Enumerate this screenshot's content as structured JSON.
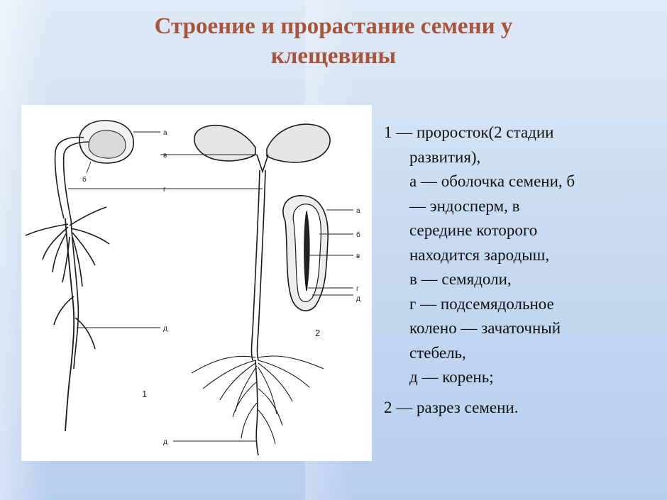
{
  "slide": {
    "title_line1": "Строение и прорастание семени у",
    "title_line2": "клещевины"
  },
  "caption": {
    "line1": "1 — проросток(2 стадии",
    "line2": "развития),",
    "line3": "а — оболочка семени,  б",
    "line4": "— эндосперм, в",
    "line5": "середине которого",
    "line6": "находится зародыш,",
    "line7": "в — семядоли,",
    "line8": "г — подсемядольное",
    "line9": "колено — зачаточный",
    "line10": "стебель,",
    "line11": "д — корень;",
    "line12": "2 — разрез семени."
  },
  "figure": {
    "labels": {
      "a1": "а",
      "b1": "б",
      "v1": "в",
      "g1": "г",
      "d1": "д",
      "num1": "1",
      "d2": "д",
      "a2": "а",
      "b2": "б",
      "v2": "в",
      "g2": "г",
      "d3": "д",
      "num2": "2"
    }
  }
}
